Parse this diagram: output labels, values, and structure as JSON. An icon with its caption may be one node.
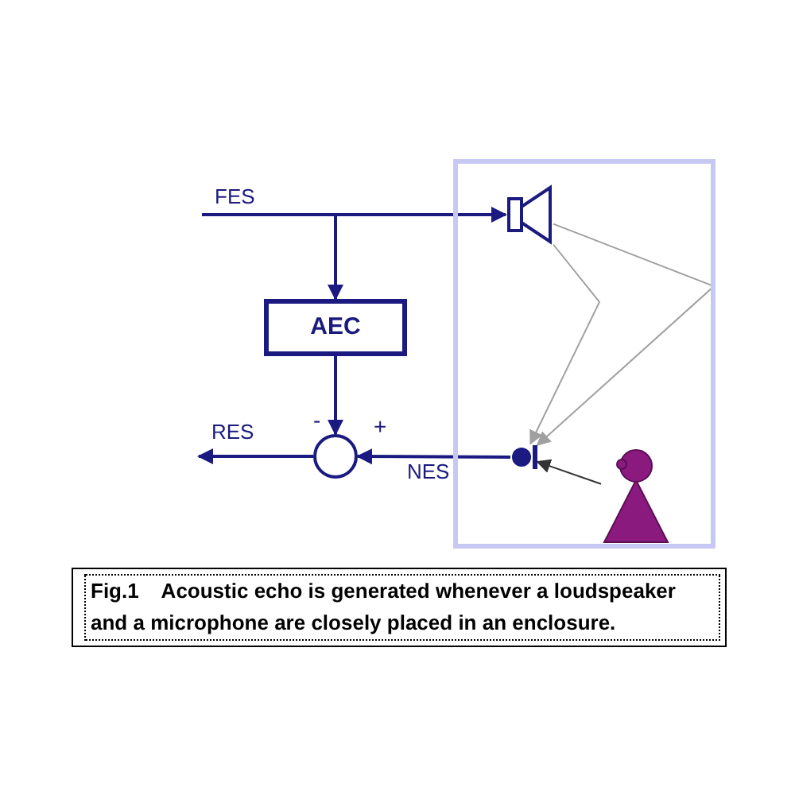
{
  "diagram": {
    "caption": "Fig.1    Acoustic echo is generated whenever a loudspeaker and a microphone are closely placed in an enclosure.",
    "nodes": [
      {
        "text": [],
        "shape": "box"
      },
      {
        "text": [
          "AEC"
        ]
      },
      {
        "text": [],
        "shape": "circle",
        "beside": [
          "-",
          "+"
        ]
      },
      {
        "text": [],
        "shape": "speaker",
        "in": 0
      },
      {
        "text": [],
        "shape": "microphone",
        "in": 0
      },
      {
        "text": [],
        "shape": "person",
        "in": 0
      }
    ],
    "edges": [
      {
        "from": null,
        "to": 3,
        "arrow": "to",
        "label": "FES"
      },
      {
        "from": null,
        "to": 1,
        "arrow": "to"
      },
      {
        "from": 1,
        "to": 2,
        "arrow": "to"
      },
      {
        "from": 4,
        "to": 2,
        "arrow": "to",
        "label": "NES"
      },
      {
        "from": 2,
        "to": null,
        "arrow": "to",
        "label": "RES"
      },
      {
        "from": 3,
        "to": 4,
        "arrow": "to",
        "color": "#a0a0a0"
      },
      {
        "from": 3,
        "to": 4,
        "arrow": "to",
        "color": "#a0a0a0"
      },
      {
        "from": 5,
        "to": 4,
        "arrow": "to",
        "color": "#333333"
      }
    ]
  }
}
